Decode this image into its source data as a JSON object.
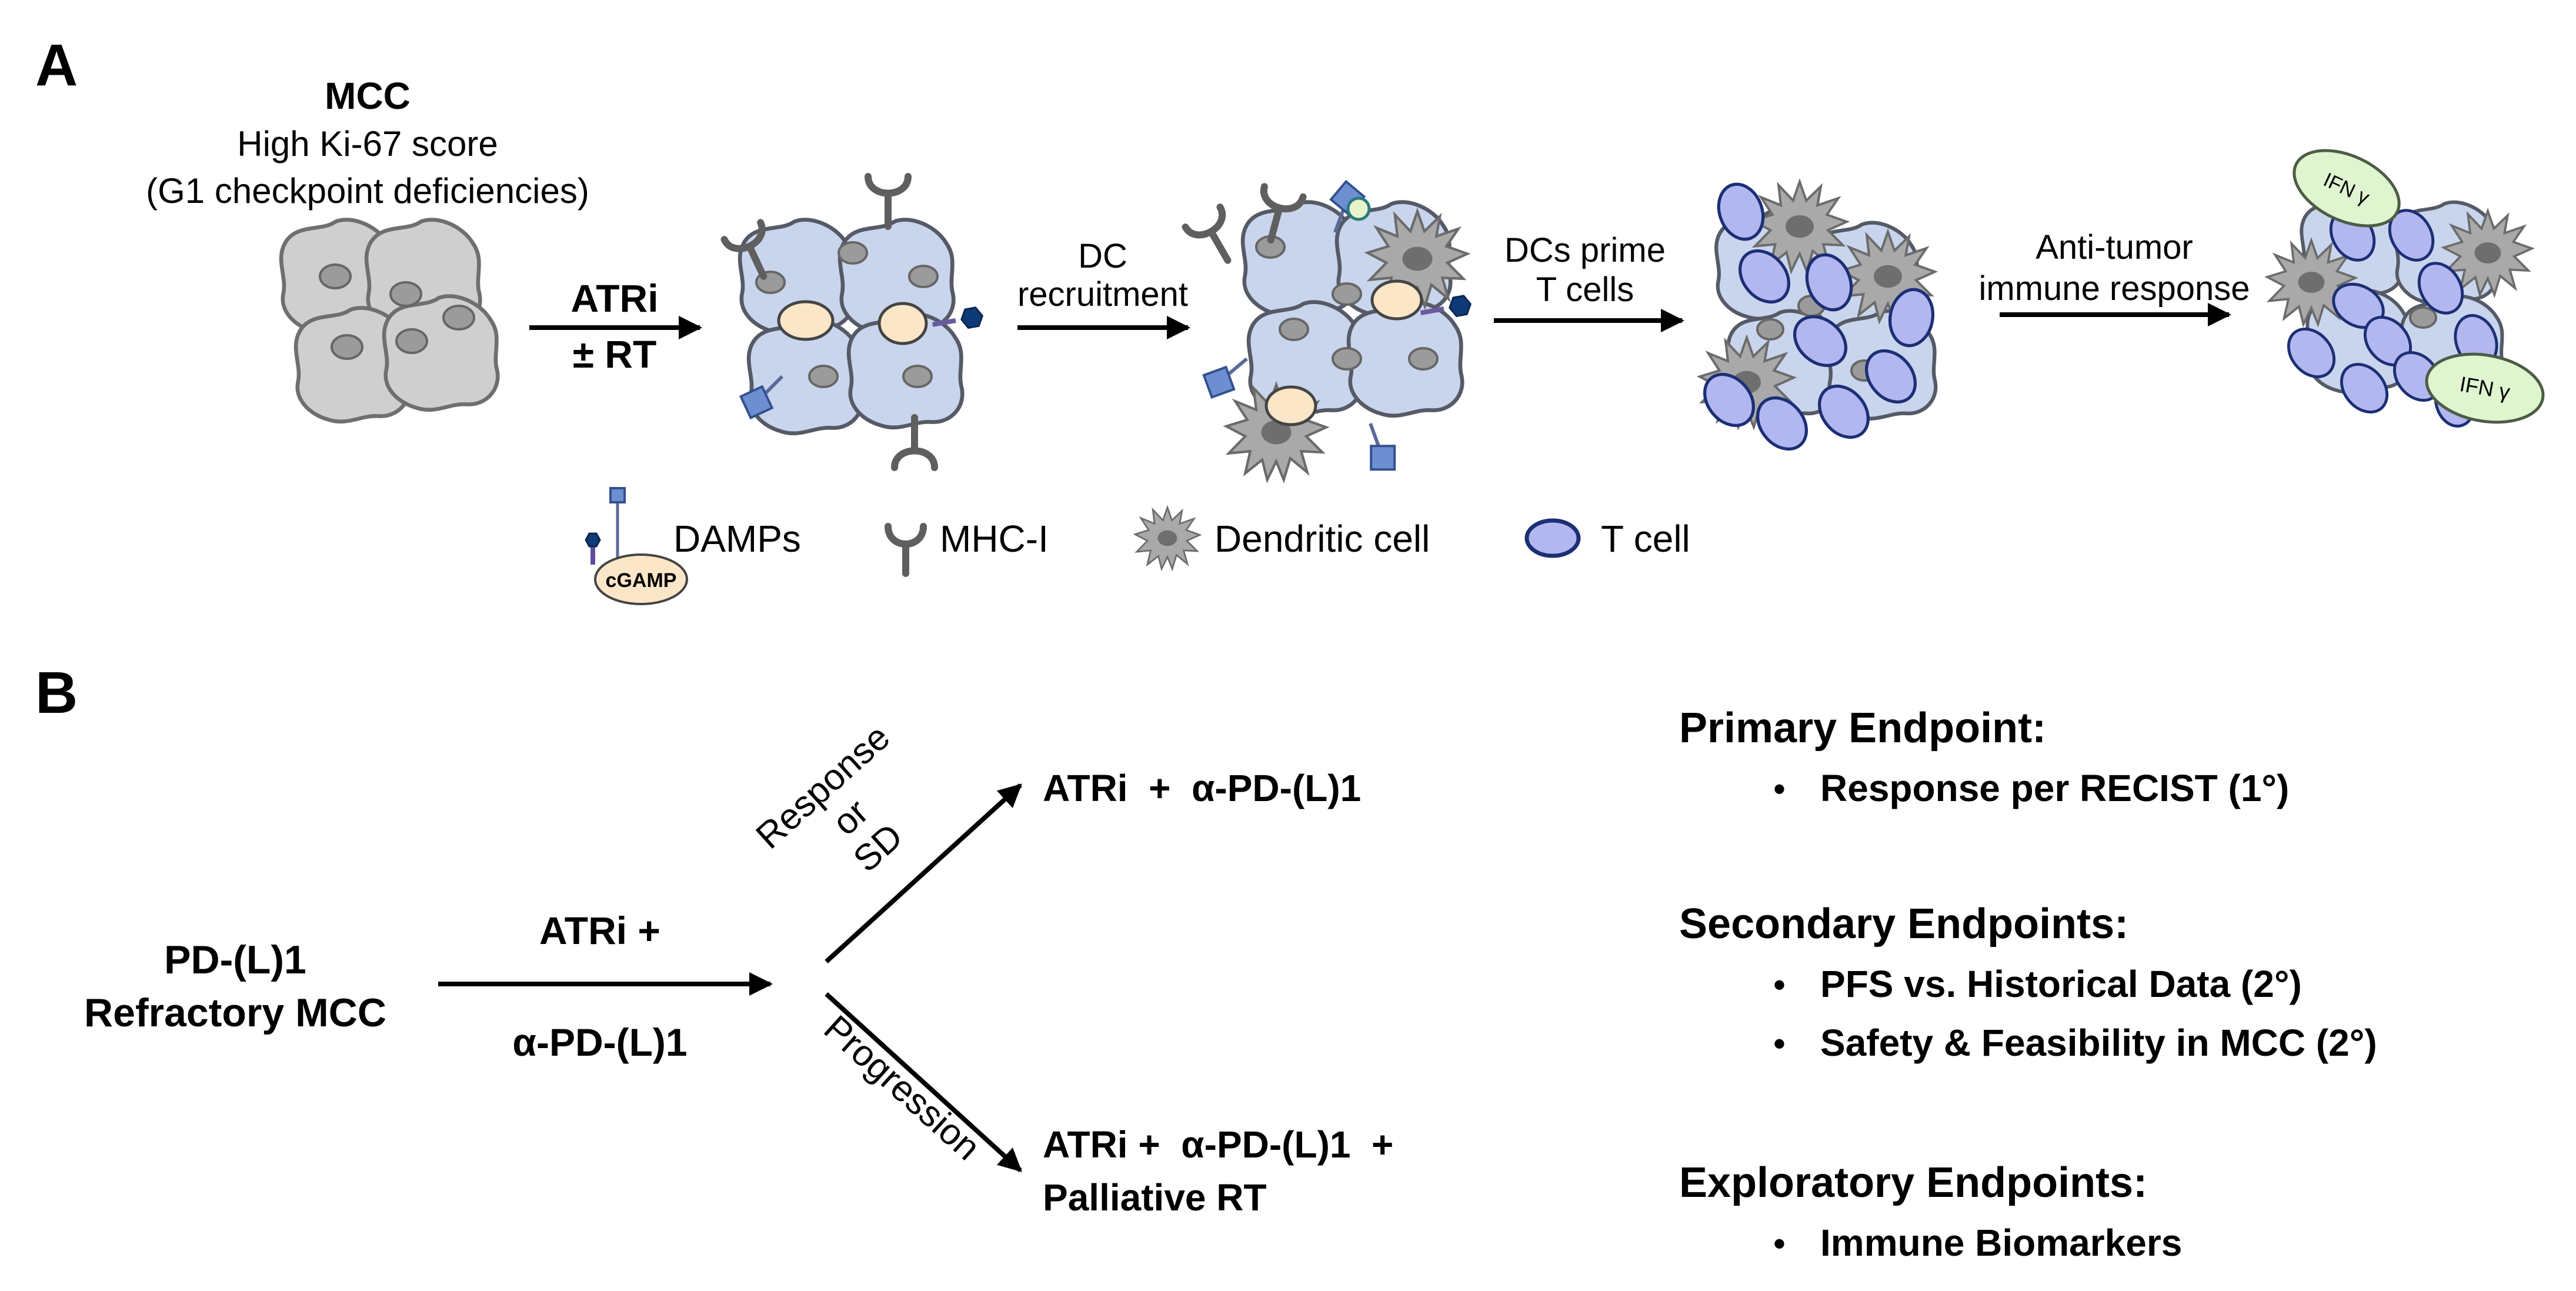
{
  "panel_labels": {
    "a": "A",
    "b": "B"
  },
  "panel_a": {
    "mcc_title": "MCC",
    "mcc_line1": "High Ki-67 score",
    "mcc_line2": "(G1 checkpoint deficiencies)",
    "step1_top": "ATRi",
    "step1_bottom": "± RT",
    "step2_line1": "DC",
    "step2_line2": "recruitment",
    "step3_line1": "DCs prime",
    "step3_line2": "T cells",
    "step4_line1": "Anti-tumor",
    "step4_line2": "immune response",
    "ifn_label": "IFN γ",
    "legend": {
      "damps": "DAMPs",
      "cgamp": "cGAMP",
      "mhc": "MHC-I",
      "dendritic": "Dendritic cell",
      "tcell": "T cell"
    }
  },
  "panel_b": {
    "start_line1": "PD-(L)1",
    "start_line2": "Refractory MCC",
    "treatment_top": "ATRi +",
    "treatment_bottom": "α-PD-(L)1",
    "branch_up_line1": "Response",
    "branch_up_line2": "or",
    "branch_up_line3": "SD",
    "branch_down": "Progression",
    "outcome_up": "ATRi  +  α-PD-(L)1",
    "outcome_down_line1": "ATRi +  α-PD-(L)1  +",
    "outcome_down_line2": "Palliative RT"
  },
  "endpoints": {
    "primary_title": "Primary Endpoint:",
    "primary_items": [
      "Response per RECIST (1°)"
    ],
    "secondary_title": "Secondary Endpoints:",
    "secondary_items": [
      "PFS vs. Historical Data (2°)",
      "Safety & Feasibility in MCC (2°)"
    ],
    "exploratory_title": "Exploratory Endpoints:",
    "exploratory_items": [
      "Immune Biomarkers"
    ],
    "bullet": "•"
  }
}
